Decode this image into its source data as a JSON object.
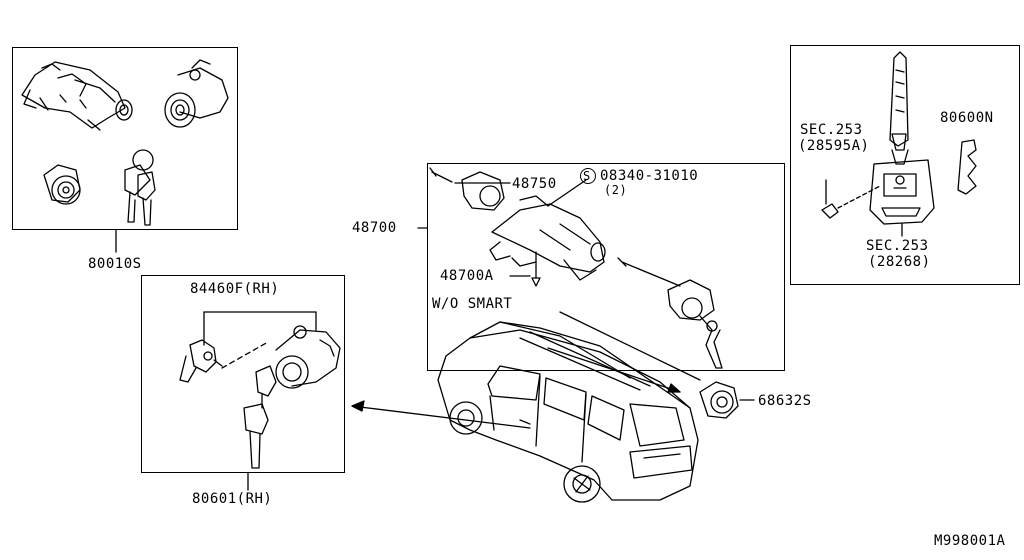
{
  "labels": {
    "p80010s": "80010S",
    "p84460f": "84460F(RH)",
    "p80601": "80601(RH)",
    "p48700": "48700",
    "p48750": "48750",
    "screw_symbol": "S",
    "screw_part": "08340-31010",
    "screw_qty": "(2)",
    "p48700a": "48700A",
    "wo_smart": "W/O SMART",
    "p68632s": "68632S",
    "sec253_a_line1": "SEC.253",
    "sec253_a_line2": "(28595A)",
    "p80600n": "80600N",
    "sec253_b_line1": "SEC.253",
    "sec253_b_line2": "(28268)",
    "diagram_id": "M998001A"
  }
}
